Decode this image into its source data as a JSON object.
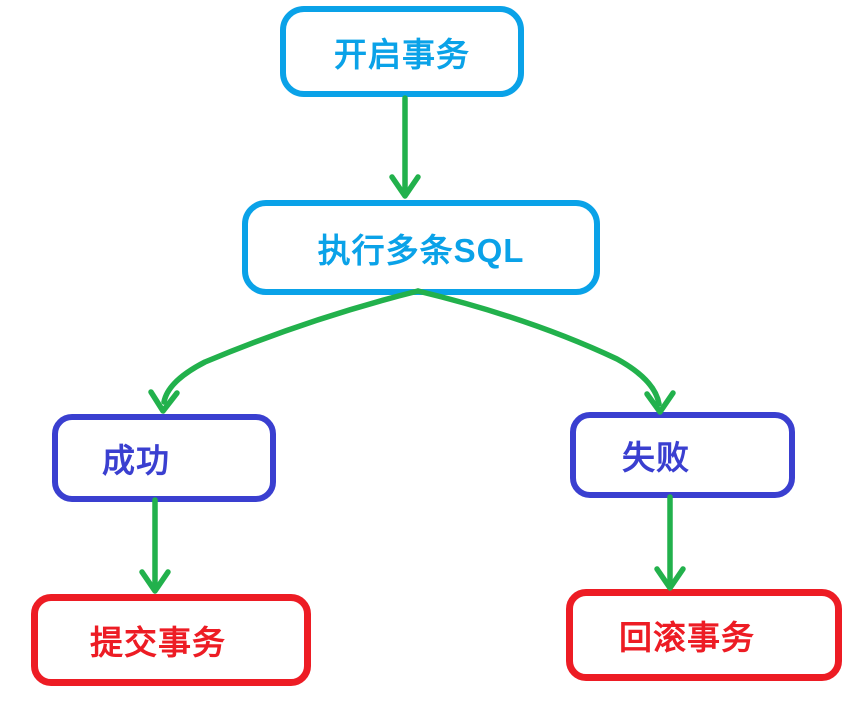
{
  "colors": {
    "cyan": "#0aa2e8",
    "blue": "#3a3fd0",
    "red": "#ed1c24",
    "green": "#22b14c",
    "background": "#ffffff"
  },
  "nodes": {
    "start": {
      "label": "开启事务",
      "color": "cyan"
    },
    "execute": {
      "label": "执行多条SQL",
      "color": "cyan"
    },
    "success": {
      "label": "成功",
      "color": "blue"
    },
    "failure": {
      "label": "失败",
      "color": "blue"
    },
    "commit": {
      "label": "提交事务",
      "color": "red"
    },
    "rollback": {
      "label": "回滚事务",
      "color": "red"
    }
  },
  "edges": [
    {
      "from": "start",
      "to": "execute",
      "style": "straight"
    },
    {
      "from": "execute",
      "to": "success",
      "style": "curved"
    },
    {
      "from": "execute",
      "to": "failure",
      "style": "curved"
    },
    {
      "from": "success",
      "to": "commit",
      "style": "straight"
    },
    {
      "from": "failure",
      "to": "rollback",
      "style": "straight"
    }
  ]
}
